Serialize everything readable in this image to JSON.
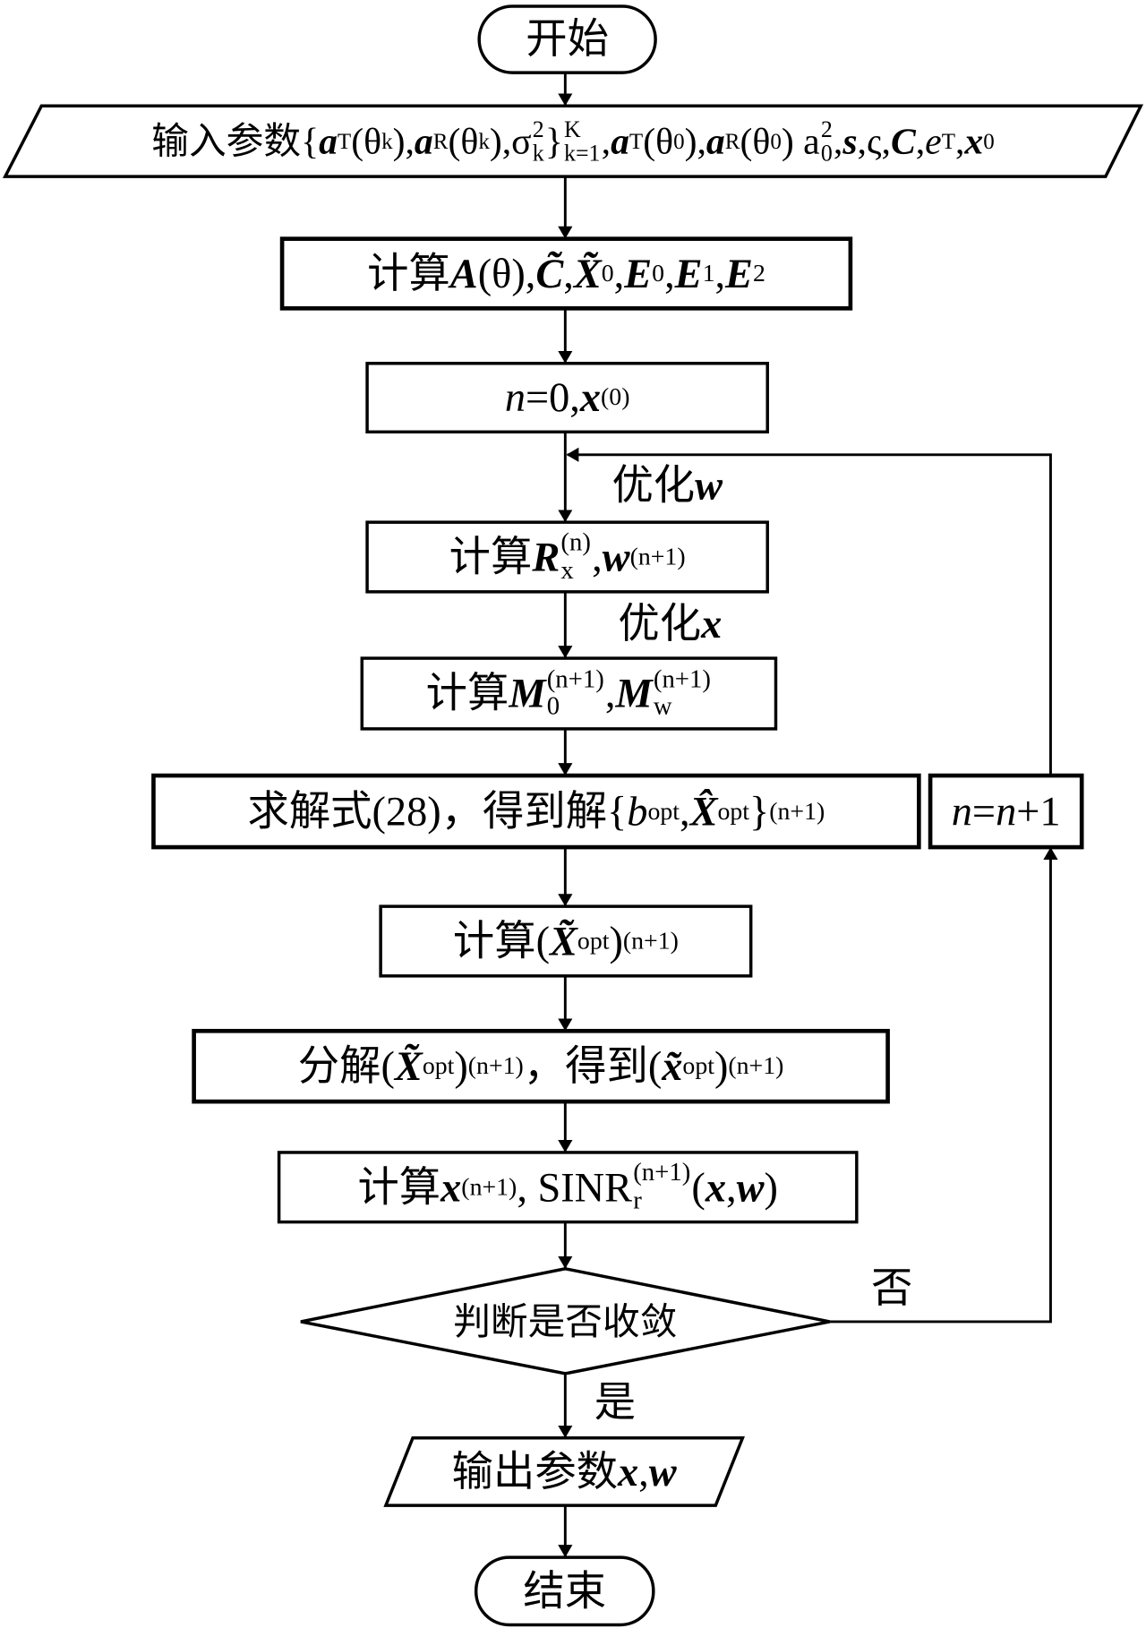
{
  "colors": {
    "stroke": "#000000",
    "background": "#ffffff"
  },
  "nodes": {
    "start": [
      {
        "t": "开始"
      }
    ],
    "input": [
      {
        "t": "输入参数{"
      },
      {
        "t": "a",
        "s": "b"
      },
      {
        "t": "T",
        "s": "sub"
      },
      {
        "t": "(θ"
      },
      {
        "t": "k",
        "s": "sub"
      },
      {
        "t": "),"
      },
      {
        "t": "a",
        "s": "b"
      },
      {
        "t": "R",
        "s": "sub"
      },
      {
        "t": "(θ"
      },
      {
        "t": "k",
        "s": "sub"
      },
      {
        "t": "),σ"
      },
      {
        "t": "2",
        "s": "sup"
      },
      {
        "t": "k",
        "s": "sub"
      },
      {
        "t": "}"
      },
      {
        "t": "K",
        "s": "sup"
      },
      {
        "t": "k=1",
        "s": "sub"
      },
      {
        "t": ","
      },
      {
        "t": "a",
        "s": "b"
      },
      {
        "t": "T",
        "s": "sub"
      },
      {
        "t": "(θ"
      },
      {
        "t": "0",
        "s": "sub"
      },
      {
        "t": "),"
      },
      {
        "t": "a",
        "s": "b"
      },
      {
        "t": "R",
        "s": "sub"
      },
      {
        "t": "(θ"
      },
      {
        "t": "0",
        "s": "sub"
      },
      {
        "t": ") a"
      },
      {
        "t": "2",
        "s": "sup"
      },
      {
        "t": "0",
        "s": "sub"
      },
      {
        "t": ","
      },
      {
        "t": "s",
        "s": "b"
      },
      {
        "t": ",ς,"
      },
      {
        "t": "C",
        "s": "b"
      },
      {
        "t": ","
      },
      {
        "t": "e",
        "s": "i"
      },
      {
        "t": "T",
        "s": "sub"
      },
      {
        "t": ","
      },
      {
        "t": "x",
        "s": "b"
      },
      {
        "t": "0",
        "s": "sub"
      }
    ],
    "compute_init": [
      {
        "t": "计算"
      },
      {
        "t": "A",
        "s": "b"
      },
      {
        "t": "(θ),"
      },
      {
        "t": "C̃",
        "s": "b"
      },
      {
        "t": ","
      },
      {
        "t": "X̃",
        "s": "b"
      },
      {
        "t": "0",
        "s": "sub"
      },
      {
        "t": ","
      },
      {
        "t": "E",
        "s": "b"
      },
      {
        "t": "0",
        "s": "sub"
      },
      {
        "t": ","
      },
      {
        "t": "E",
        "s": "b"
      },
      {
        "t": "1",
        "s": "sub"
      },
      {
        "t": ","
      },
      {
        "t": "E",
        "s": "b"
      },
      {
        "t": "2",
        "s": "sub"
      }
    ],
    "init": [
      {
        "t": "n",
        "s": "i"
      },
      {
        "t": "=0, "
      },
      {
        "t": "x",
        "s": "b"
      },
      {
        "t": "(0)",
        "s": "sup"
      }
    ],
    "optimize_w": [
      {
        "t": "优化"
      },
      {
        "t": "w",
        "s": "b"
      }
    ],
    "compute_R": [
      {
        "t": "计算"
      },
      {
        "t": "R",
        "s": "b"
      },
      {
        "t": "(n)",
        "s": "sup"
      },
      {
        "t": "x",
        "s": "sub"
      },
      {
        "t": ","
      },
      {
        "t": "w",
        "s": "b"
      },
      {
        "t": "(n+1)",
        "s": "sup"
      }
    ],
    "optimize_x": [
      {
        "t": "优化"
      },
      {
        "t": "x",
        "s": "b"
      }
    ],
    "compute_M": [
      {
        "t": "计算"
      },
      {
        "t": "M",
        "s": "b"
      },
      {
        "t": "(n+1)",
        "s": "sup"
      },
      {
        "t": "0",
        "s": "sub"
      },
      {
        "t": ","
      },
      {
        "t": "M",
        "s": "b"
      },
      {
        "t": "(n+1)",
        "s": "sup"
      },
      {
        "t": "w",
        "s": "sub"
      }
    ],
    "solve": [
      {
        "t": "求解式(28)，得到解{"
      },
      {
        "t": "b",
        "s": "i"
      },
      {
        "t": "opt",
        "s": "sup"
      },
      {
        "t": ","
      },
      {
        "t": "X̂",
        "s": "b"
      },
      {
        "t": "opt",
        "s": "sup"
      },
      {
        "t": "}"
      },
      {
        "t": "(n+1)",
        "s": "sup"
      }
    ],
    "increment": [
      {
        "t": "n",
        "s": "i"
      },
      {
        "t": "="
      },
      {
        "t": "n",
        "s": "i"
      },
      {
        "t": "+1"
      }
    ],
    "compute_X": [
      {
        "t": "计算("
      },
      {
        "t": "X̃",
        "s": "b"
      },
      {
        "t": "opt",
        "s": "sup"
      },
      {
        "t": ")"
      },
      {
        "t": "(n+1)",
        "s": "sup"
      }
    ],
    "decompose": [
      {
        "t": "分解("
      },
      {
        "t": "X̃",
        "s": "b"
      },
      {
        "t": "opt",
        "s": "sup"
      },
      {
        "t": ")"
      },
      {
        "t": "(n+1)",
        "s": "sup"
      },
      {
        "t": "，得到("
      },
      {
        "t": "x̃",
        "s": "b"
      },
      {
        "t": "opt",
        "s": "sup"
      },
      {
        "t": ")"
      },
      {
        "t": "(n+1)",
        "s": "sup"
      }
    ],
    "compute_sinr": [
      {
        "t": "计算"
      },
      {
        "t": "x",
        "s": "b"
      },
      {
        "t": "(n+1)",
        "s": "sup"
      },
      {
        "t": ", SINR"
      },
      {
        "t": "(n+1)",
        "s": "sup"
      },
      {
        "t": "r",
        "s": "sub"
      },
      {
        "t": "("
      },
      {
        "t": "x",
        "s": "b"
      },
      {
        "t": ","
      },
      {
        "t": "w",
        "s": "b"
      },
      {
        "t": ")"
      }
    ],
    "decision": [
      {
        "t": "判断是否收敛"
      }
    ],
    "no": [
      {
        "t": "否"
      }
    ],
    "yes": [
      {
        "t": "是"
      }
    ],
    "output": [
      {
        "t": "输出参数"
      },
      {
        "t": "x",
        "s": "b"
      },
      {
        "t": ","
      },
      {
        "t": "w",
        "s": "b"
      }
    ],
    "end": [
      {
        "t": "结束"
      }
    ]
  }
}
